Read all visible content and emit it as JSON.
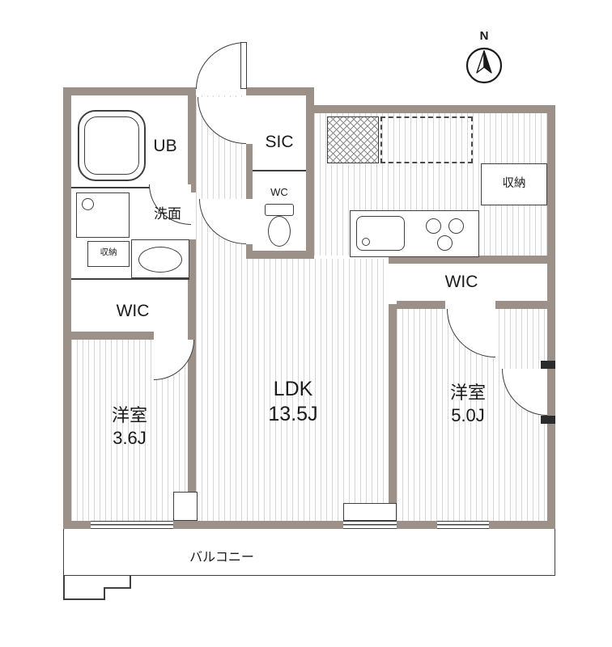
{
  "compass": {
    "north_label": "N"
  },
  "colors": {
    "wall": "#9c9189",
    "line": "#3f3f3f",
    "floor_stripe": "#d7d7d7",
    "text": "#1a1a1a"
  },
  "rooms": {
    "ub": {
      "label": "UB"
    },
    "sic": {
      "label": "SIC"
    },
    "wc": {
      "label": "WC"
    },
    "washroom": {
      "label": "洗面"
    },
    "washroom_storage": {
      "label": "収納"
    },
    "wic_left": {
      "label": "WIC"
    },
    "storage_right": {
      "label": "収納"
    },
    "wic_right": {
      "label": "WIC"
    },
    "ldk": {
      "name": "LDK",
      "size": "13.5J"
    },
    "bedroom_left": {
      "name": "洋室",
      "size": "3.6J"
    },
    "bedroom_right": {
      "name": "洋室",
      "size": "5.0J"
    },
    "balcony": {
      "label": "バルコニー"
    }
  }
}
